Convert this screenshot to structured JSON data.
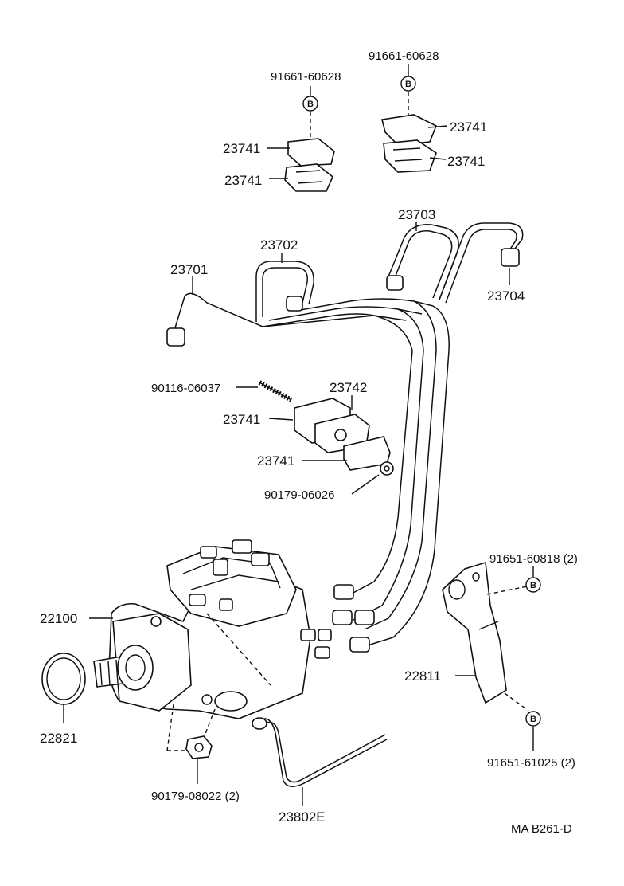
{
  "labels": {
    "p91661_a": "91661-60628",
    "p91661_b": "91661-60628",
    "p23741_a": "23741",
    "p23741_b": "23741",
    "p23741_c": "23741",
    "p23741_d": "23741",
    "p23741_e": "23741",
    "p23741_f": "23741",
    "p23703": "23703",
    "p23702": "23702",
    "p23701": "23701",
    "p23704": "23704",
    "p90116": "90116-06037",
    "p23742": "23742",
    "p90179_06026": "90179-06026",
    "p91651_60818": "91651-60818 (2)",
    "p22100": "22100",
    "p22811": "22811",
    "p22821": "22821",
    "p91651_61025": "91651-61025 (2)",
    "p90179_08022": "90179-08022 (2)",
    "p23802e": "23802E",
    "footer_code": "MA B261-D"
  },
  "markers": {
    "b": "B"
  }
}
